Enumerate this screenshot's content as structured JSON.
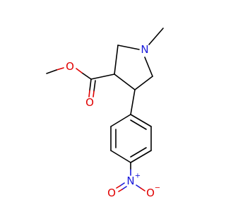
{
  "molecule": {
    "atoms": {
      "amine_n": "N",
      "ester_o_single": "O",
      "ester_o_double": "O",
      "nitro_n": "N",
      "nitro_o_left": "O",
      "nitro_o_right": "O",
      "nitro_n_charge": "+",
      "nitro_o_charge": "−"
    },
    "colors": {
      "carbon_bond": "#000000",
      "oxygen": "#e00000",
      "nitrogen": "#1a1adb",
      "background": "#ffffff"
    }
  }
}
